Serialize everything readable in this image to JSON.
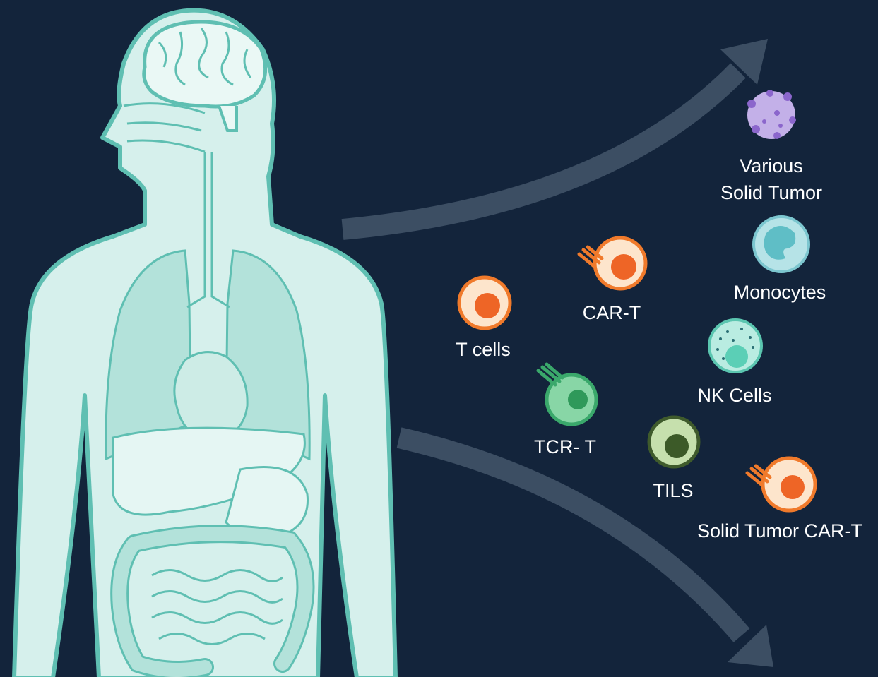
{
  "labels": {
    "solid_tumor_line1": "Various",
    "solid_tumor_line2": "Solid Tumor",
    "monocytes": "Monocytes",
    "car_t": "CAR-T",
    "t_cells": "T cells",
    "nk_cells": "NK Cells",
    "tcr_t": "TCR- T",
    "tils": "TILS",
    "solid_tumor_car_t": "Solid Tumor CAR-T"
  },
  "icons": {
    "body": "human-body-anatomy-icon",
    "tumor": "solid-tumor-cell-icon",
    "monocyte": "monocyte-cell-icon",
    "t_cell": "t-cell-icon",
    "car_t": "car-t-cell-icon",
    "nk_cell": "nk-cell-icon",
    "tcr_t": "tcr-t-cell-icon",
    "tils": "tils-cell-icon",
    "arrow": "curved-arrow-icon"
  },
  "colors": {
    "background": "#13243b",
    "body_outline": "#5fbfb2",
    "body_fill": "#d6f0ec",
    "organ_fill": "#b3e2da",
    "arrow": "#3c4e63",
    "t_cell_ring": "#f07a2b",
    "t_cell_fill": "#fde5cc",
    "t_cell_nucleus": "#ee6526",
    "tcr_ring": "#3aa86b",
    "tcr_fill": "#88d6a6",
    "tcr_nucleus": "#2f995a",
    "tils_ring": "#3f5b2c",
    "tils_fill": "#c6e0ad",
    "tils_nucleus": "#3c5a28",
    "nk_ring": "#5bc6b0",
    "nk_fill": "#b9ece1",
    "monocyte_ring": "#7cc6cf",
    "monocyte_fill": "#b6e3e7",
    "monocyte_nucleus": "#5fbec6",
    "tumor_fill": "#c3b0e8",
    "tumor_dots": "#8b66cc",
    "text": "#ffffff"
  }
}
